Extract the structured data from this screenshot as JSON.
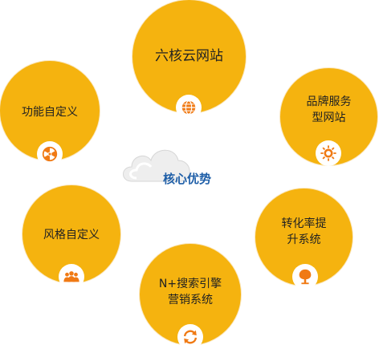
{
  "center": {
    "title": "核心优势",
    "icon": "cloud-icon"
  },
  "accent_color": "#f5b30f",
  "icon_color": "#f07a14",
  "nodes": {
    "top": {
      "lines": [
        "六核云网站"
      ],
      "icon": "globe-icon"
    },
    "upper_left": {
      "lines": [
        "功能自定义"
      ],
      "icon": "radiation-icon"
    },
    "upper_right": {
      "lines": [
        "品牌服务",
        "型网站"
      ],
      "icon": "sun-icon"
    },
    "lower_left": {
      "lines": [
        "风格自定义"
      ],
      "icon": "people-icon"
    },
    "lower_right": {
      "lines": [
        "转化率提",
        "升系统"
      ],
      "icon": "tree-icon"
    },
    "bottom": {
      "lines": [
        "N+搜索引擎",
        "营销系统"
      ],
      "icon": "refresh-icon"
    }
  }
}
